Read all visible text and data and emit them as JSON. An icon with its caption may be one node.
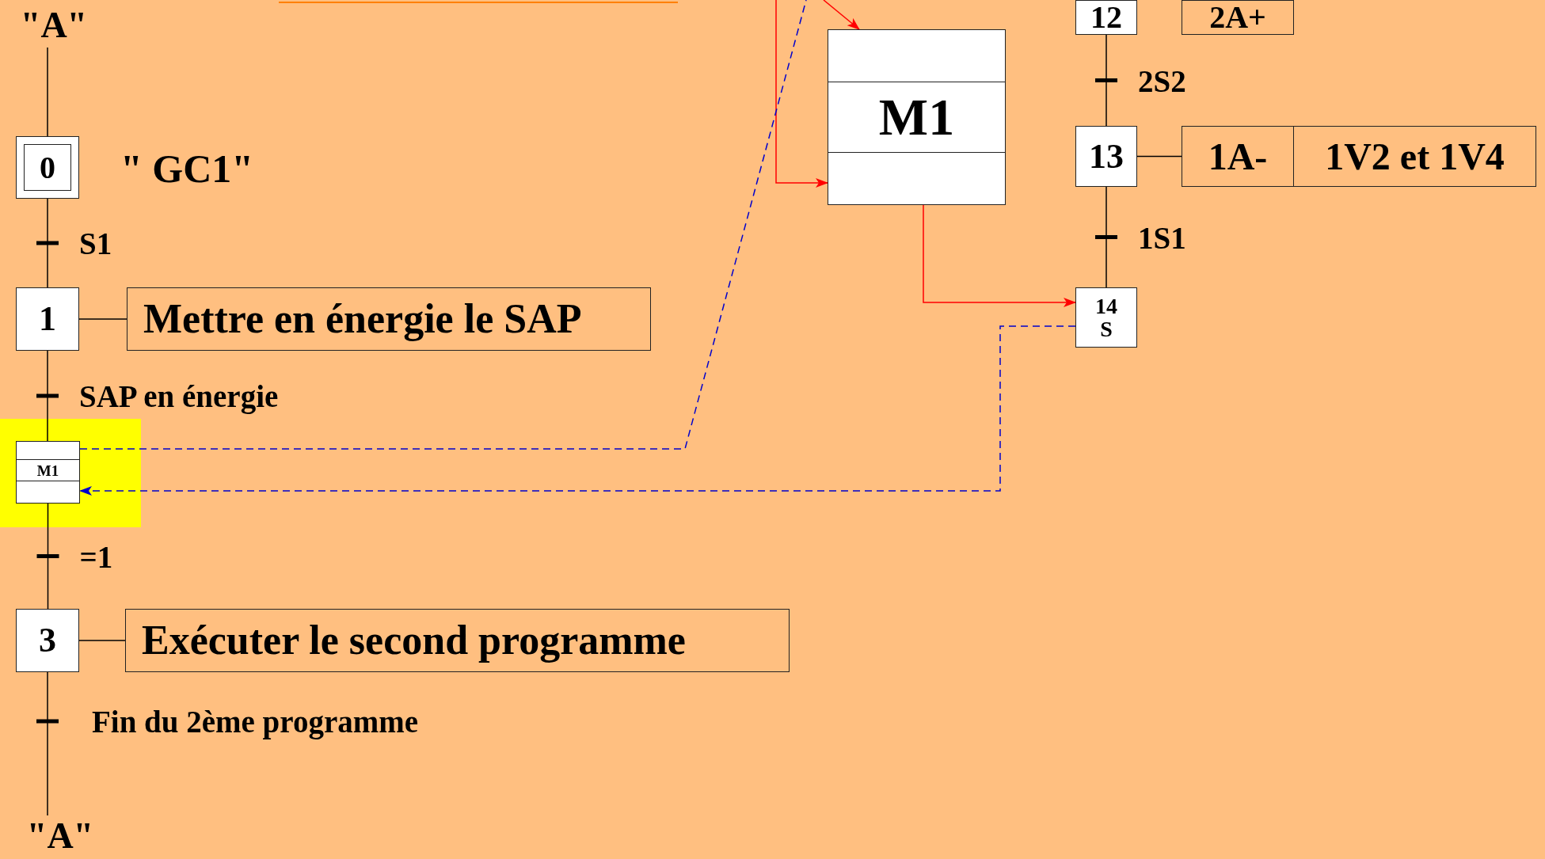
{
  "diagram": {
    "nodes": [
      {
        "text": [
          "\"A\""
        ]
      },
      {
        "text": [
          "0"
        ]
      },
      {
        "text": [
          "1"
        ]
      },
      {
        "text": [
          "Mettre en énergie le SAP"
        ]
      },
      {
        "text": [
          "M1"
        ]
      },
      {
        "text": [
          "3"
        ]
      },
      {
        "text": [
          "Exécuter le second programme"
        ]
      },
      {
        "text": [
          "\"A\""
        ]
      },
      {
        "text": [
          "M1"
        ]
      },
      {
        "text": [
          "12"
        ]
      },
      {
        "text": [
          "2A+"
        ]
      },
      {
        "text": [
          "13"
        ]
      },
      {
        "text": [
          "1A-"
        ]
      },
      {
        "text": [
          "1V2 et 1V4"
        ]
      },
      {
        "text": [
          "14",
          "S"
        ]
      }
    ],
    "edges": [
      {
        "from": 0,
        "to": 1,
        "arrow": "none"
      },
      {
        "from": 1,
        "to": 2,
        "arrow": "none",
        "label": "S1"
      },
      {
        "from": 2,
        "to": 3,
        "arrow": "none"
      },
      {
        "from": 2,
        "to": 4,
        "arrow": "none",
        "label": "SAP en énergie"
      },
      {
        "from": 4,
        "to": 5,
        "arrow": "none",
        "label": "=1"
      },
      {
        "from": 5,
        "to": 6,
        "arrow": "none"
      },
      {
        "from": 5,
        "to": 7,
        "arrow": "none",
        "label": "Fin du 2ème programme"
      },
      {
        "from": 9,
        "to": 11,
        "arrow": "none",
        "label": "2S2"
      },
      {
        "from": 11,
        "to": 12,
        "arrow": "none"
      },
      {
        "from": 11,
        "to": 14,
        "arrow": "none",
        "label": "1S1"
      },
      {
        "from": null,
        "to": 8,
        "arrow": "to",
        "color": "#ff0000"
      },
      {
        "from": null,
        "to": 8,
        "arrow": "to",
        "color": "#ff0000"
      },
      {
        "from": 8,
        "to": 14,
        "arrow": "to",
        "color": "#ff0000"
      },
      {
        "from": 4,
        "to": null,
        "arrow": "none",
        "style": "dashed",
        "color": "#0000cc"
      },
      {
        "from": 14,
        "to": 4,
        "arrow": "to",
        "style": "dashed",
        "color": "#0000cc"
      }
    ],
    "labels": [
      "\" GC1\""
    ]
  }
}
